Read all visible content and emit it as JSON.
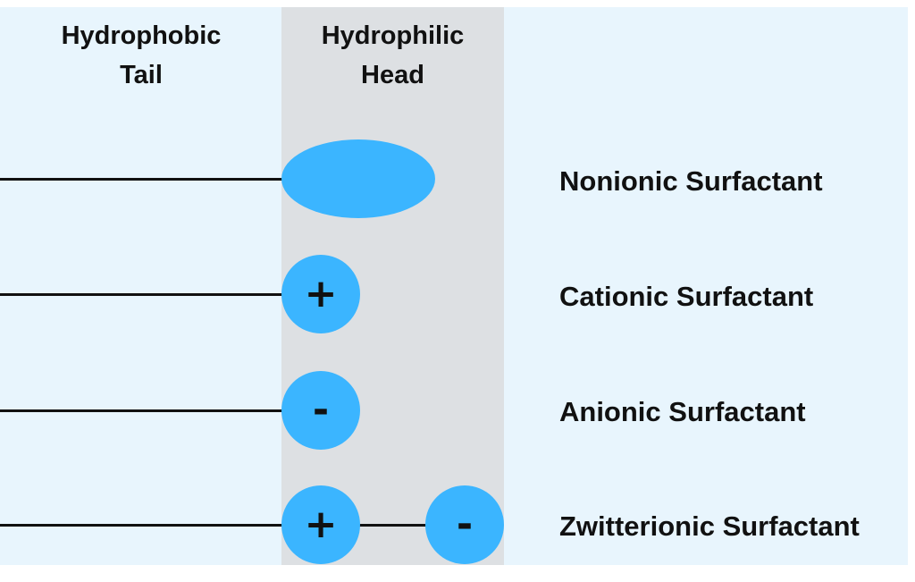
{
  "columns": {
    "tail_header": "Hydrophobic\nTail",
    "head_header": "Hydrophilic\nHead"
  },
  "surfactants": [
    {
      "label": "Nonionic Surfactant",
      "head_charges": []
    },
    {
      "label": "Cationic Surfactant",
      "head_charges": [
        "+"
      ]
    },
    {
      "label": "Anionic Surfactant",
      "head_charges": [
        "-"
      ]
    },
    {
      "label": "Zwitterionic Surfactant",
      "head_charges": [
        "+",
        "-"
      ]
    }
  ],
  "colors": {
    "background": "#e8f5fd",
    "head_column": "#dde0e3",
    "head_fill": "#3bb5ff",
    "line": "#111111"
  }
}
